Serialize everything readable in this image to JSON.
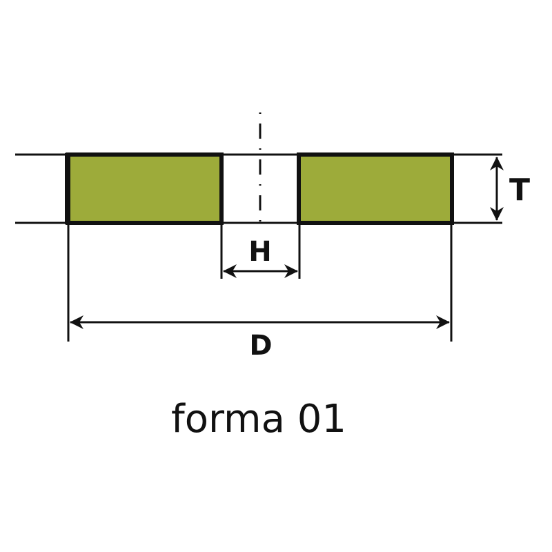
{
  "diagram": {
    "title": "forma 01",
    "labels": {
      "thickness": "T",
      "hole": "H",
      "diameter": "D"
    },
    "colors": {
      "fill": "#9dab3a",
      "stroke": "#111111",
      "background": "#ffffff"
    }
  }
}
